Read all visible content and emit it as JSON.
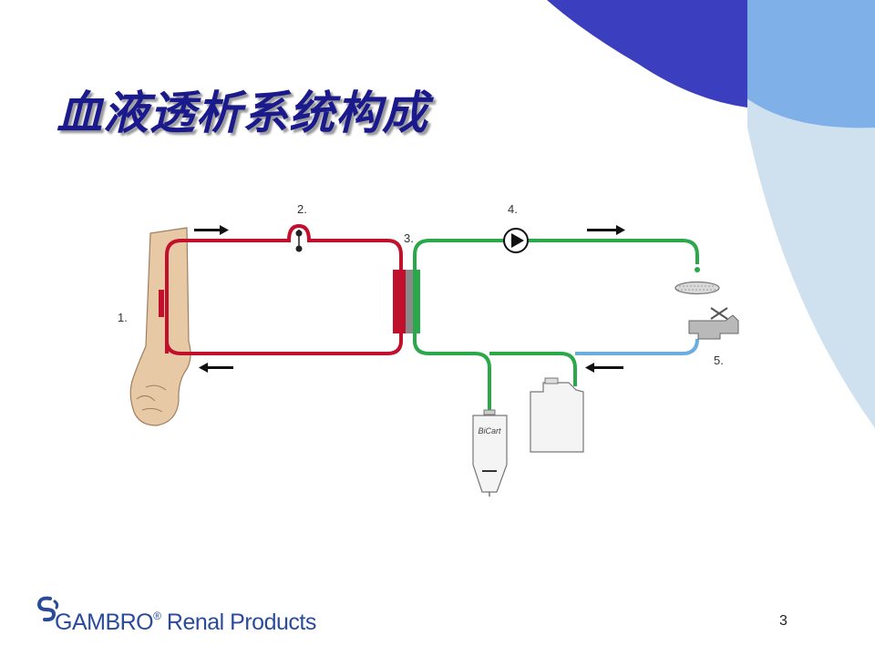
{
  "slide": {
    "title": "血液透析系统构成",
    "page_number": "3"
  },
  "diagram": {
    "labels": {
      "arm": "1.",
      "air_trap": "2.",
      "dialyzer": "3.",
      "pump": "4.",
      "water_supply": "5."
    },
    "bicart_label": "BiCart",
    "colors": {
      "blood_line": "#c0102c",
      "dialysate_line": "#2aa84a",
      "water_line": "#6aaee0"
    }
  },
  "footer": {
    "logo_brand": "GAMBRO",
    "logo_registered": "®",
    "logo_suffix": " Renal Products"
  },
  "theme": {
    "title_color": "#1a1a8c",
    "deco_dark_blue": "#3b3fbf",
    "deco_mid_blue": "#7fb0e8",
    "deco_light_blue": "#cfe0ef"
  }
}
